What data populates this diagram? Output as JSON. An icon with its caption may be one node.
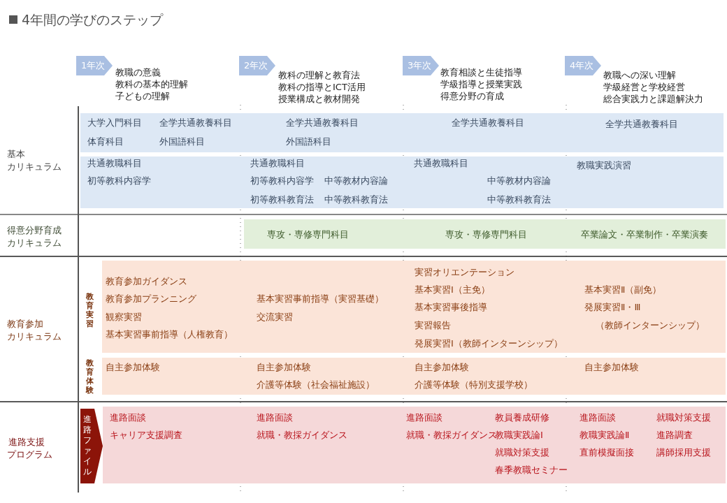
{
  "diagram": {
    "title": "4年間の学びのステップ",
    "nodes": [
      {
        "text": [
          "1年次"
        ],
        "beside": [
          "教職の意義",
          "教科の基本的理解",
          "子どもの理解"
        ]
      },
      {
        "text": [
          "2年次"
        ],
        "beside": [
          "教科の理解と教育法",
          "教科の指導とICT活用",
          "授業構成と教材開発"
        ]
      },
      {
        "text": [
          "3年次"
        ],
        "beside": [
          "教育相談と生徒指導",
          "学級指導と授業実践",
          "得意分野の育成"
        ]
      },
      {
        "text": [
          "4年次"
        ],
        "beside": [
          "教職への深い理解",
          "学級経営と学校経営",
          "総合実践力と課題解決力"
        ]
      },
      {
        "text": [
          "大学入門科目",
          "全学共通教養科目",
          "全学共通教養科目",
          "全学共通教養科目",
          "全学共通教養科目",
          "体育科目",
          "外国語科目",
          "外国語科目"
        ]
      },
      {
        "text": [
          "共通教職科目",
          "共通教職科目",
          "共通教職科目",
          "教職実践演習",
          "初等教科内容学",
          "初等教科内容学",
          "中等教材内容論",
          "中等教材内容論",
          "初等教科教育法",
          "中等教科教育法",
          "中等教科教育法"
        ]
      },
      {
        "text": [
          "専攻・専修専門科目",
          "専攻・専修専門科目",
          "卒業論文・卒業制作・卒業演奏"
        ]
      },
      {
        "text": [
          "実習オリエンテーション",
          "教育参加ガイダンス",
          "基本実習Ⅰ（主免）",
          "基本実習Ⅱ（副免）",
          "教育参加プランニング",
          "基本実習事前指導（実習基礎）",
          "基本実習事後指導",
          "発展実習Ⅱ・Ⅲ",
          "観察実習",
          "交流実習",
          "実習報告",
          "（教師インターンシップ）",
          "基本実習事前指導（人権教育）",
          "発展実習Ⅰ（教師インターンシップ）"
        ]
      },
      {
        "text": [
          "自主参加体験",
          "自主参加体験",
          "自主参加体験",
          "自主参加体験",
          "介護等体験（社会福祉施設）",
          "介護等体験（特別支援学校）"
        ]
      },
      {
        "text": [
          "進路ファイル"
        ]
      },
      {
        "text": [
          "進路面談",
          "進路面談",
          "進路面談",
          "教員養成研修",
          "進路面談",
          "就職対策支援",
          "キャリア支援調査",
          "就職・教採ガイダンス",
          "就職・教採ガイダンス",
          "教職実践論Ⅰ",
          "教職実践論Ⅱ",
          "進路調査",
          "就職対策支援",
          "直前模擬面接",
          "講師採用支援",
          "春季教職セミナー"
        ]
      }
    ],
    "labels": [
      "基本",
      "カリキュラム",
      "得意分野育成",
      "カリキュラム",
      "教育実習",
      "教育参加",
      "カリキュラム",
      "教育体験",
      "進路支援",
      "プログラム"
    ]
  }
}
